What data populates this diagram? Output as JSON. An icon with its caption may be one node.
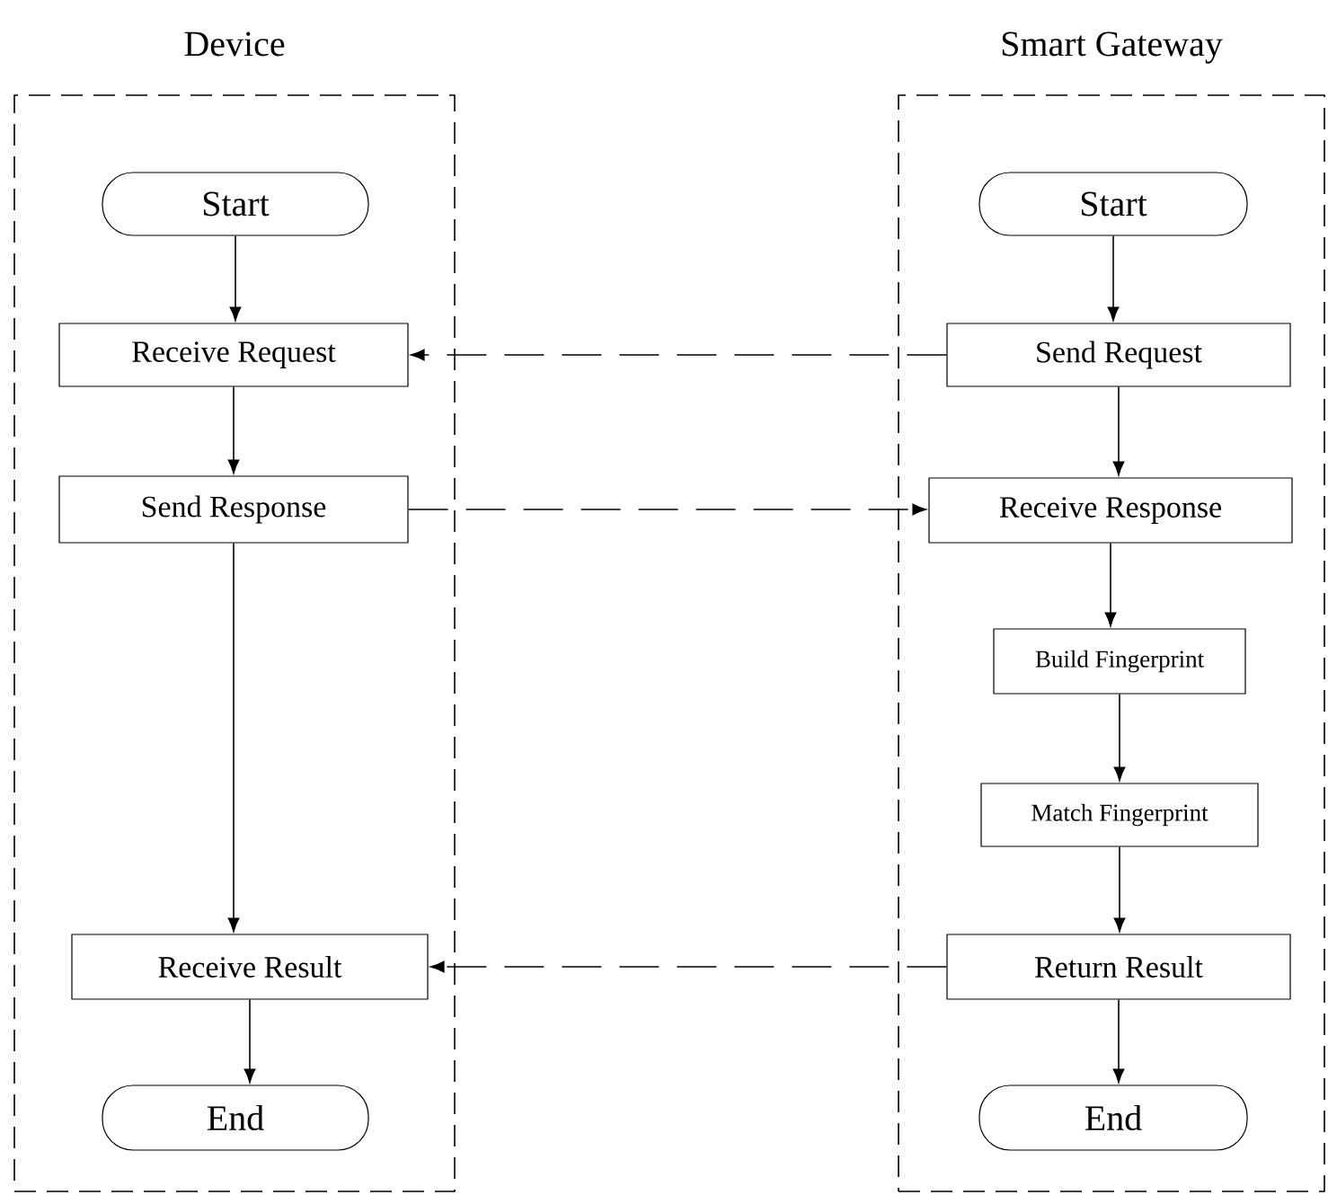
{
  "diagram": {
    "nodes": [
      {
        "text": [
          "Device"
        ]
      },
      {
        "text": [
          "Smart Gateway"
        ]
      },
      {
        "text": [
          "Start"
        ],
        "in": 0
      },
      {
        "text": [
          "Receive Request"
        ],
        "in": 0
      },
      {
        "text": [
          "Send Response"
        ],
        "in": 0
      },
      {
        "text": [
          "Receive Result"
        ],
        "in": 0
      },
      {
        "text": [
          "End"
        ],
        "in": 0
      },
      {
        "text": [
          "Start"
        ],
        "in": 1
      },
      {
        "text": [
          "Send Request"
        ],
        "in": 1
      },
      {
        "text": [
          "Receive Response"
        ],
        "in": 1
      },
      {
        "text": [
          "Build Fingerprint"
        ],
        "in": 1
      },
      {
        "text": [
          "Match Fingerprint"
        ],
        "in": 1
      },
      {
        "text": [
          "Return Result"
        ],
        "in": 1
      },
      {
        "text": [
          "End"
        ],
        "in": 1
      }
    ],
    "edges": [
      {
        "from": 2,
        "to": 3,
        "arrow": "to"
      },
      {
        "from": 3,
        "to": 4,
        "arrow": "to"
      },
      {
        "from": 4,
        "to": 5,
        "arrow": "to"
      },
      {
        "from": 5,
        "to": 6,
        "arrow": "to"
      },
      {
        "from": 7,
        "to": 8,
        "arrow": "to"
      },
      {
        "from": 8,
        "to": 9,
        "arrow": "to"
      },
      {
        "from": 9,
        "to": 10,
        "arrow": "to"
      },
      {
        "from": 10,
        "to": 11,
        "arrow": "to"
      },
      {
        "from": 11,
        "to": 12,
        "arrow": "to"
      },
      {
        "from": 12,
        "to": 13,
        "arrow": "to"
      },
      {
        "from": 8,
        "to": 3,
        "arrow": "to",
        "style": "dashed"
      },
      {
        "from": 4,
        "to": 9,
        "arrow": "to",
        "style": "dashed"
      },
      {
        "from": 12,
        "to": 5,
        "arrow": "to",
        "style": "dashed"
      }
    ]
  }
}
